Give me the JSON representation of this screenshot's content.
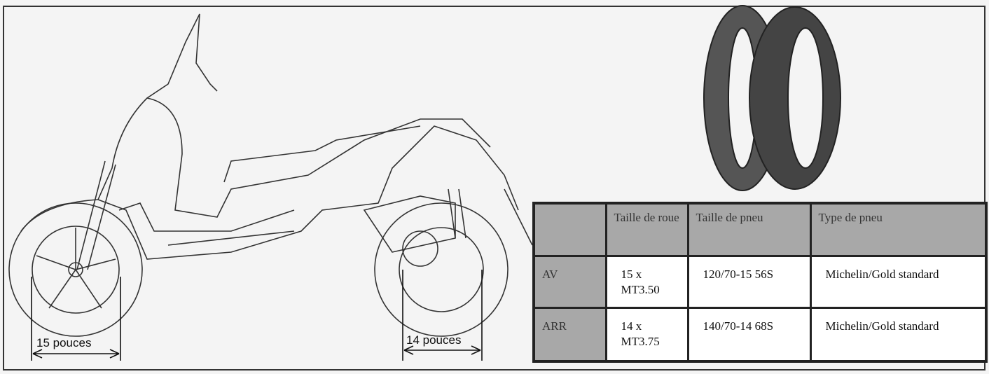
{
  "dimensions": {
    "front": "15 pouces",
    "rear": "14 pouces"
  },
  "table": {
    "headers": [
      "",
      "Taille de roue",
      "Taille de pneu",
      "Type de pneu"
    ],
    "rows": [
      {
        "label": "AV",
        "wheel": "15 x MT3.50",
        "tire": "120/70-15 56S",
        "type": "Michelin/Gold standard"
      },
      {
        "label": "ARR",
        "wheel": "14 x MT3.75",
        "tire": "140/70-14 68S",
        "type": "Michelin/Gold standard"
      }
    ]
  }
}
